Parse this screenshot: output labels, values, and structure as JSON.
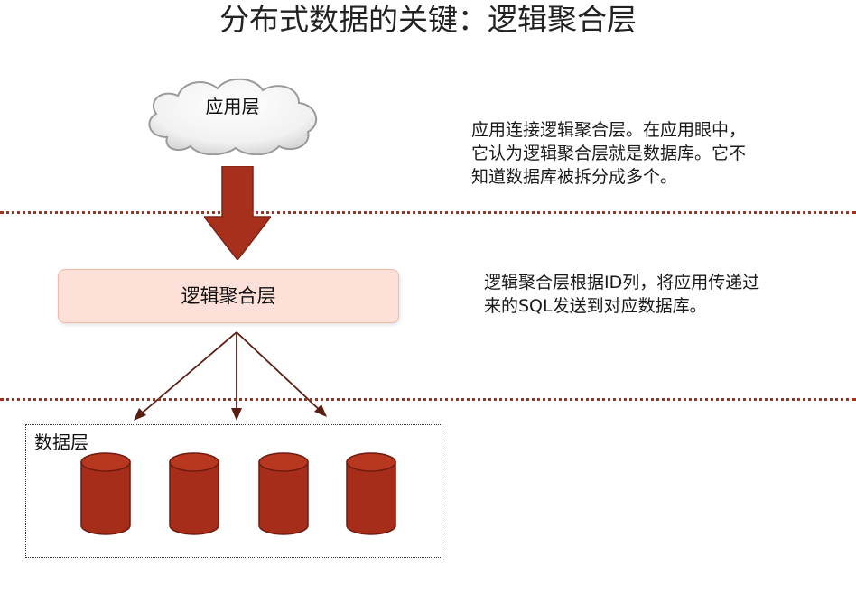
{
  "title": "分布式数据的关键：逻辑聚合层",
  "cloud_label": "应用层",
  "logic_label": "逻辑聚合层",
  "data_label": "数据层",
  "descriptions": {
    "line1": "应用连接逻辑聚合层。在应用眼中，",
    "line2": "它认为逻辑聚合层就是数据库。它不",
    "line3": "知道数据库被拆分成多个。",
    "line4": "逻辑聚合层根据ID列，将应用传递过",
    "line5": "来的SQL发送到对应数据库。"
  },
  "colors": {
    "arrow": "#a7301c",
    "cylinder": "#a72d1b",
    "divider": "#a7301c",
    "logic_box_fill": "#fde1d8"
  }
}
